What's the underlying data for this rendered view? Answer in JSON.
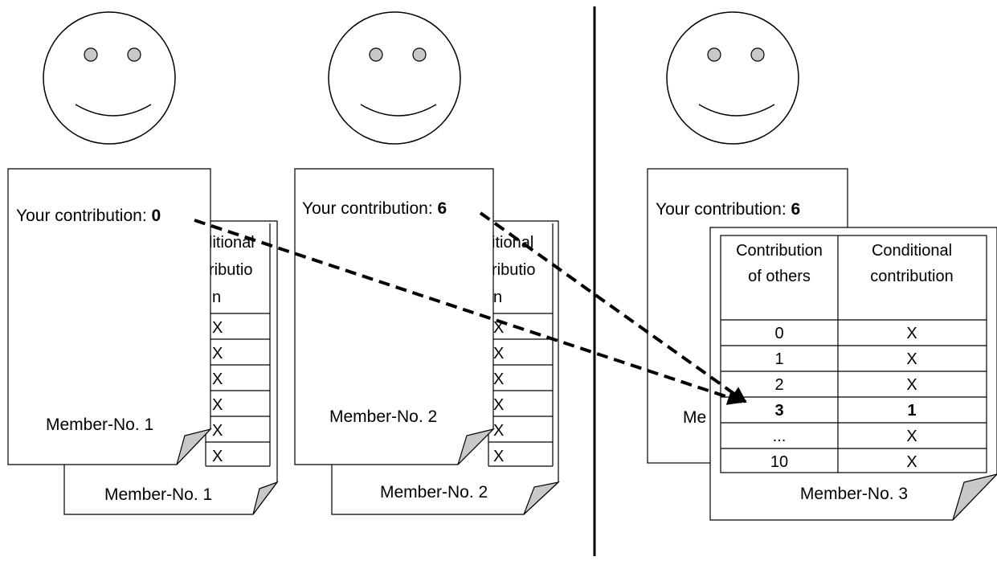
{
  "members": [
    {
      "front_contribution_label": "Your contribution: ",
      "front_contribution_value": "0",
      "front_member_label": "Member-No. 1",
      "back_member_label": "Member-No. 1",
      "back_header_fragments": [
        "litional",
        "ributio",
        "n"
      ],
      "back_rows": [
        "X",
        "X",
        "X",
        "X",
        "X",
        "X"
      ]
    },
    {
      "front_contribution_label": "Your contribution: ",
      "front_contribution_value": "6",
      "front_member_label": "Member-No. 2",
      "back_member_label": "Member-No. 2",
      "back_header_fragments": [
        "itional",
        "ributio",
        "n"
      ],
      "back_rows": [
        "X",
        "X",
        "X",
        "X",
        "X",
        "X"
      ]
    },
    {
      "front_contribution_label": "Your contribution: ",
      "front_contribution_value": "6",
      "front_member_label_visible": "Me",
      "table": {
        "col1_header": [
          "Contribution",
          "of others"
        ],
        "col2_header": [
          "Conditional",
          "contribution"
        ],
        "rows": [
          {
            "others": "0",
            "conditional": "X",
            "bold": false
          },
          {
            "others": "1",
            "conditional": "X",
            "bold": false
          },
          {
            "others": "2",
            "conditional": "X",
            "bold": false
          },
          {
            "others": "3",
            "conditional": "1",
            "bold": true
          },
          {
            "others": "...",
            "conditional": "X",
            "bold": false
          },
          {
            "others": "10",
            "conditional": "X",
            "bold": false
          }
        ]
      },
      "back_member_label": "Member-No. 3"
    }
  ]
}
